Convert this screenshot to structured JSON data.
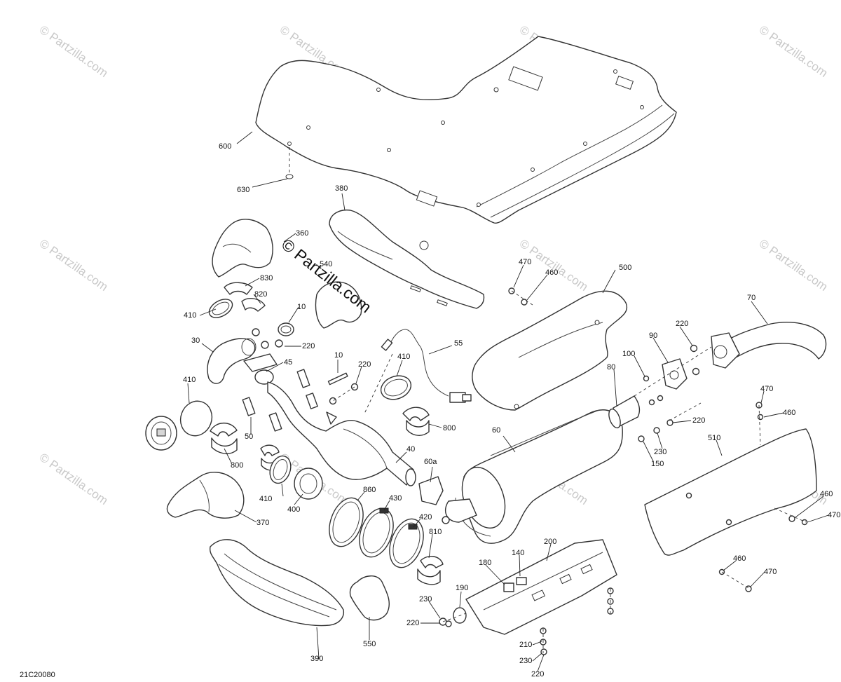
{
  "diagram": {
    "code": "21C20080",
    "watermark_text": "© Partzilla.com",
    "center_watermark": "© Partzilla.com",
    "callouts": {
      "c600": "600",
      "c630": "630",
      "c380": "380",
      "c360": "360",
      "c540": "540",
      "c830": "830",
      "c820": "820",
      "c410a": "410",
      "c10a": "10",
      "c30": "30",
      "c220a": "220",
      "c45": "45",
      "c10b": "10",
      "c220b": "220",
      "c55": "55",
      "c410b": "410",
      "c410c": "410",
      "c800a": "800",
      "c50": "50",
      "c800b": "800",
      "c40": "40",
      "c410d": "410",
      "c400": "400",
      "c370": "370",
      "c860": "860",
      "c430": "430",
      "c420": "420",
      "c60a": "60a",
      "c810": "810",
      "c390": "390",
      "c550": "550",
      "c470a": "470",
      "c460a": "460",
      "c500": "500",
      "c70": "70",
      "c220c": "220",
      "c90": "90",
      "c100": "100",
      "c80": "80",
      "c60": "60",
      "c220d": "220",
      "c230a": "230",
      "c150": "150",
      "c470b": "470",
      "c460b": "460",
      "c510": "510",
      "c460c": "460",
      "c470c": "470",
      "c460d": "460",
      "c470d": "470",
      "c200": "200",
      "c140": "140",
      "c180": "180",
      "c190": "190",
      "c230b": "230",
      "c220e": "220",
      "c210": "210",
      "c230c": "230",
      "c220f": "220"
    }
  }
}
